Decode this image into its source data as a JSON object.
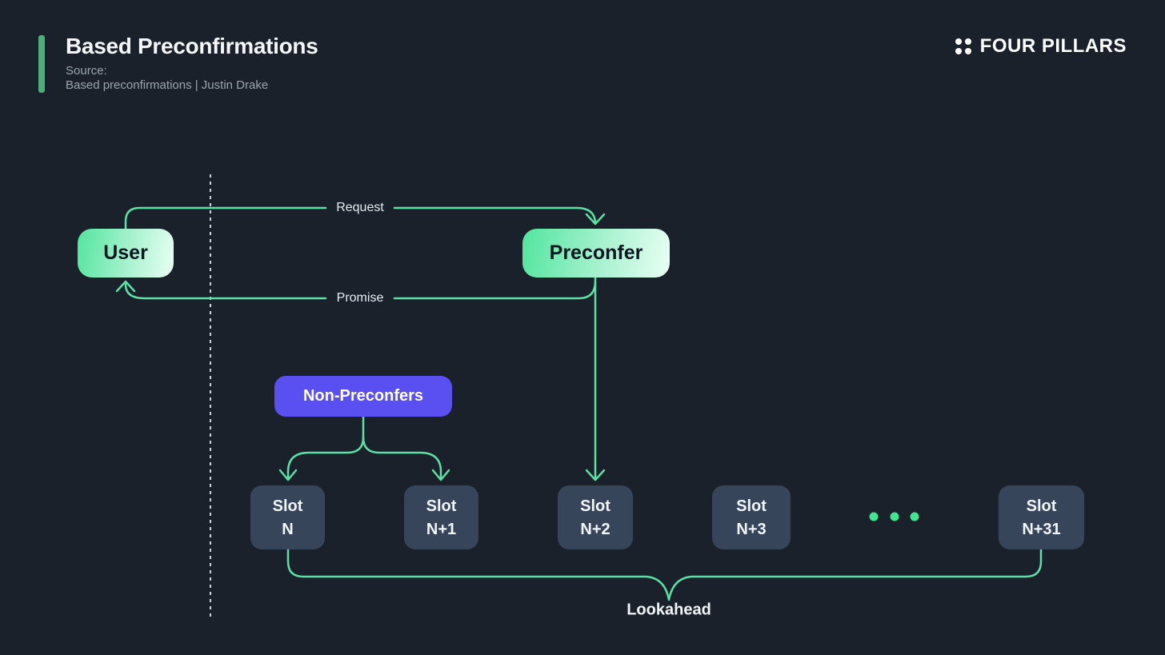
{
  "header": {
    "title": "Based Preconfirmations",
    "source_label": "Source:",
    "source_value": "Based preconfirmations | Justin Drake",
    "accent_color": "#4daf77"
  },
  "logo": {
    "text": "FOUR PILLARS",
    "mark": "four-dots-grid"
  },
  "diagram": {
    "nodes": {
      "user": {
        "label": "User"
      },
      "preconfer": {
        "label": "Preconfer"
      },
      "non_preconfers": {
        "label": "Non-Preconfers"
      }
    },
    "edges": {
      "request": {
        "label": "Request",
        "from": "User",
        "to": "Preconfer"
      },
      "promise": {
        "label": "Promise",
        "from": "Preconfer",
        "to": "User"
      }
    },
    "slots": [
      {
        "line1": "Slot",
        "line2": "N"
      },
      {
        "line1": "Slot",
        "line2": "N+1"
      },
      {
        "line1": "Slot",
        "line2": "N+2"
      },
      {
        "line1": "Slot",
        "line2": "N+3"
      },
      {
        "line1": "Slot",
        "line2": "N+31"
      }
    ],
    "ellipsis_dots": 3,
    "brace_label": "Lookahead",
    "colors": {
      "background": "#1a212b",
      "connector_green": "#5ce0a4",
      "dot_green": "#40e58d",
      "node_gradient_start": "#52e59e",
      "node_gradient_end": "#eafff4",
      "non_preconfers_purple": "#5a4ff0",
      "slot_fill": "#36455a",
      "dashed_line": "#ccd3da"
    }
  }
}
